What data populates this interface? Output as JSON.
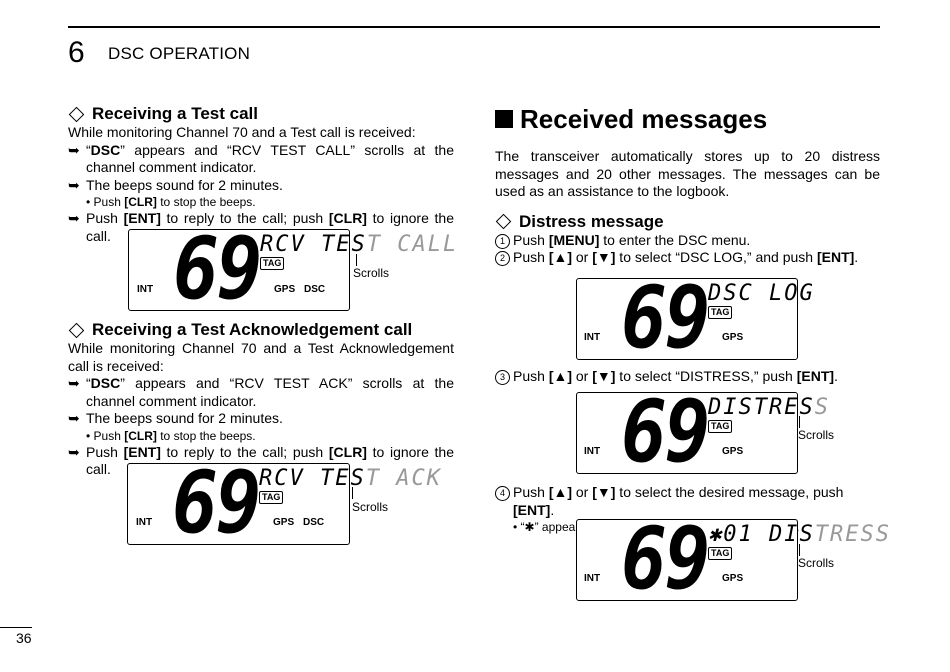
{
  "header": {
    "chapter_number": "6",
    "chapter_title": "DSC OPERATION"
  },
  "page_number": "36",
  "left": {
    "test_call": {
      "heading": "Receiving a Test call",
      "intro": "While monitoring Channel 70 and a Test call is received:",
      "b1_pre": "“",
      "b1_bold": "DSC",
      "b1_post": "” appears and “RCV TEST CALL” scrolls at the channel comment indicator.",
      "b2": "The beeps sound for 2 minutes.",
      "b2_sub_pre": "• Push ",
      "b2_sub_bold": "[CLR]",
      "b2_sub_post": " to stop the beeps.",
      "b3_a": "Push ",
      "b3_b": "[ENT]",
      "b3_c": " to reply to the call; push ",
      "b3_d": "[CLR]",
      "b3_e": " to ignore the call.",
      "lcd": {
        "channel": "69",
        "seg_on": "RCV TES",
        "seg_ghost": "T CALL",
        "tag": "TAG",
        "int": "INT",
        "gps": "GPS",
        "dsc": "DSC",
        "scrolls": "Scrolls"
      }
    },
    "test_ack": {
      "heading": "Receiving a Test Acknowledgement call",
      "intro": "While monitoring Channel 70 and a Test Acknowledgement call is received:",
      "b1_pre": "“",
      "b1_bold": "DSC",
      "b1_post": "” appears and “RCV TEST ACK” scrolls at the channel comment indicator.",
      "b2": "The beeps sound for 2 minutes.",
      "b2_sub_pre": "• Push ",
      "b2_sub_bold": "[CLR]",
      "b2_sub_post": " to stop the beeps.",
      "b3_a": "Push ",
      "b3_b": "[ENT]",
      "b3_c": " to reply to the call; push ",
      "b3_d": "[CLR]",
      "b3_e": " to ignore the call.",
      "lcd": {
        "channel": "69",
        "seg_on": "RCV TES",
        "seg_ghost": "T ACK",
        "tag": "TAG",
        "int": "INT",
        "gps": "GPS",
        "dsc": "DSC",
        "scrolls": "Scrolls"
      }
    }
  },
  "right": {
    "heading": "Received messages",
    "intro": "The transceiver automatically stores up to 20 distress messages and 20 other messages. The messages can be used as an assistance to the logbook.",
    "distress": {
      "heading": "Distress message",
      "s1_num": "1",
      "s1_a": "Push ",
      "s1_b": "[MENU]",
      "s1_c": " to enter the DSC menu.",
      "s2_num": "2",
      "s2_a": "Push ",
      "s2_b": "[▲]",
      "s2_c": " or ",
      "s2_d": "[▼]",
      "s2_e": " to select “DSC LOG,” and push ",
      "s2_f": "[ENT]",
      "s2_g": ".",
      "lcd1": {
        "channel": "69",
        "seg_on": "DSC LOG",
        "seg_ghost": "",
        "tag": "TAG",
        "int": "INT",
        "gps": "GPS"
      },
      "s3_num": "3",
      "s3_a": "Push ",
      "s3_b": "[▲]",
      "s3_c": " or ",
      "s3_d": "[▼]",
      "s3_e": " to select “DISTRESS,” push ",
      "s3_f": "[ENT]",
      "s3_g": ".",
      "lcd2": {
        "channel": "69",
        "seg_on": "DISTRES",
        "seg_ghost": "S",
        "tag": "TAG",
        "int": "INT",
        "gps": "GPS",
        "scrolls": "Scrolls"
      },
      "s4_num": "4",
      "s4_a": "Push ",
      "s4_b": "[▲]",
      "s4_c": " or ",
      "s4_d": "[▼]",
      "s4_e": " to select the desired message, push ",
      "s4_f": "[ENT]",
      "s4_g": ".",
      "s4_note": "• “✱” appears when the unread messages is selected.",
      "lcd3": {
        "channel": "69",
        "seg_on": "✱01 DIS",
        "seg_ghost": "TRESS",
        "tag": "TAG",
        "int": "INT",
        "gps": "GPS",
        "scrolls": "Scrolls"
      }
    }
  }
}
